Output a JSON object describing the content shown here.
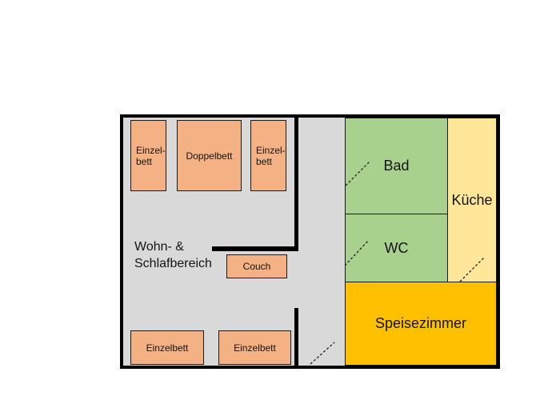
{
  "plan": {
    "area_label": "Wohn- &\nSchlafbereich",
    "rooms": [
      {
        "id": "bad",
        "label": "Bad",
        "color": "#a9d18e"
      },
      {
        "id": "wc",
        "label": "WC",
        "color": "#a9d18e"
      },
      {
        "id": "kueche",
        "label": "Küche",
        "color": "#ffe699"
      },
      {
        "id": "speisezimmer",
        "label": "Speisezimmer",
        "color": "#ffc000"
      }
    ],
    "furniture": [
      {
        "id": "einzelbett-top-left",
        "label": "Einzel-\nbett"
      },
      {
        "id": "doppelbett",
        "label": "Doppelbett"
      },
      {
        "id": "einzelbett-top-right",
        "label": "Einzel-\nbett"
      },
      {
        "id": "couch",
        "label": "Couch"
      },
      {
        "id": "einzelbett-bottom-left",
        "label": "Einzelbett"
      },
      {
        "id": "einzelbett-bottom-right",
        "label": "Einzelbett"
      }
    ],
    "doors": [
      {
        "id": "door-bad"
      },
      {
        "id": "door-wc"
      },
      {
        "id": "door-kueche"
      },
      {
        "id": "door-entrance"
      }
    ],
    "colors": {
      "floor": "#d9d9d9",
      "furniture_orange": "#f4b183",
      "room_green": "#a9d18e",
      "room_light_yellow": "#ffe699",
      "room_gold": "#ffc000",
      "wall": "#000000"
    }
  }
}
